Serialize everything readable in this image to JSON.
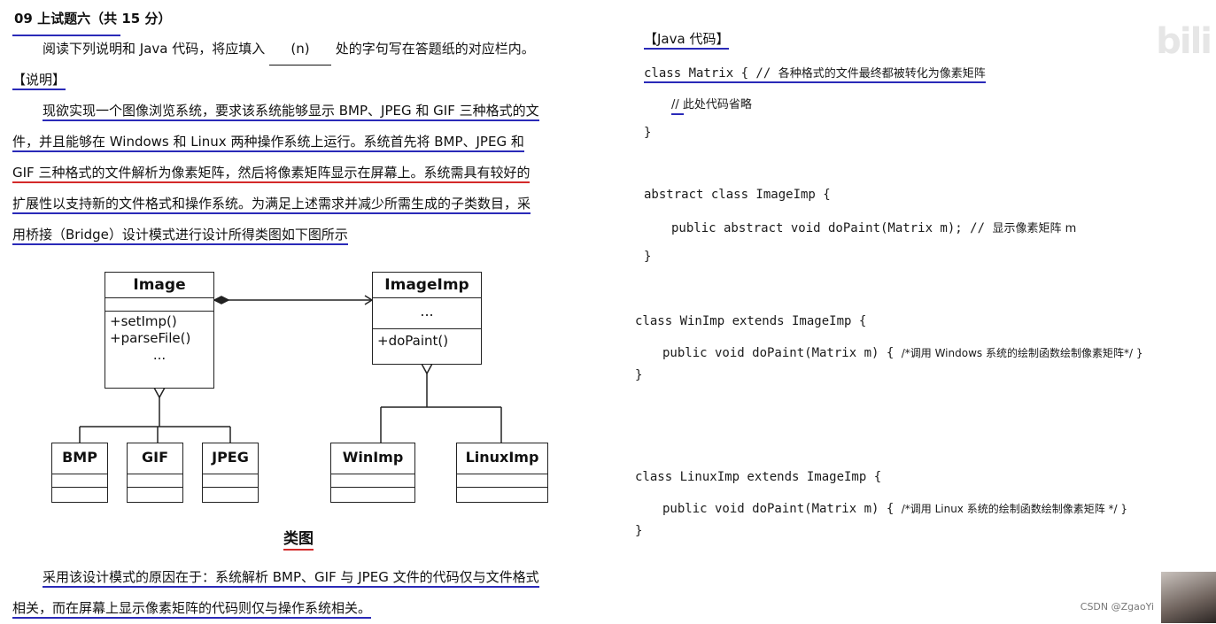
{
  "title": "09 上试题六（共 15 分）",
  "intro": {
    "before": "阅读下列说明和 Java 代码，将应填入",
    "blank": "(n)",
    "after": "处的字句写在答题纸的对应栏内。"
  },
  "desc_heading": "【说明】",
  "desc_lines": [
    "现欲实现一个图像浏览系统，要求该系统能够显示 BMP、JPEG 和 GIF 三种格式的文",
    "件，并且能够在 Windows 和 Linux 两种操作系统上运行。系统首先将 BMP、JPEG 和",
    "GIF 三种格式的文件解析为像素矩阵，然后将像素矩阵显示在屏幕上。系统需具有较好的",
    "扩展性以支持新的文件格式和操作系统。为满足上述需求并减少所需生成的子类数目，采",
    "用桥接（Bridge）设计模式进行设计所得类图如下图所示"
  ],
  "diagram": {
    "image": {
      "name": "Image",
      "attrs": "",
      "ops": [
        "+setImp()",
        "+parseFile()",
        "..."
      ]
    },
    "imageimp": {
      "name": "ImageImp",
      "attrs": "...",
      "ops": [
        "+doPaint()"
      ]
    },
    "subclasses_left": [
      "BMP",
      "GIF",
      "JPEG"
    ],
    "subclasses_right": [
      "WinImp",
      "LinuxImp"
    ],
    "caption": "类图"
  },
  "reason_lines": [
    "采用该设计模式的原因在于：系统解析 BMP、GIF 与 JPEG 文件的代码仅与文件格式",
    "相关，而在屏幕上显示像素矩阵的代码则仅与操作系统相关。"
  ],
  "code": {
    "heading": "【Java 代码】",
    "matrix_decl": "class Matrix { // ",
    "matrix_comment": "各种格式的文件最终都被转化为像素矩阵",
    "matrix_body": "// 此处代码省略",
    "matrix_close": "}",
    "imageimp_decl": "abstract class ImageImp {",
    "imageimp_method": "public abstract void doPaint(Matrix m); // ",
    "imageimp_comment": "显示像素矩阵 m",
    "imageimp_close": "}",
    "winimp_decl": "class WinImp extends ImageImp {",
    "winimp_method": "public void doPaint(Matrix m) { ",
    "winimp_comment": "/*调用 Windows 系统的绘制函数绘制像素矩阵*/ }",
    "winimp_close": "}",
    "linuximp_decl": "class LinuxImp extends ImageImp {",
    "linuximp_method": "public void doPaint(Matrix m) { ",
    "linuximp_comment": "/*调用 Linux 系统的绘制函数绘制像素矩阵 */ }",
    "linuximp_close": "}"
  },
  "watermark": "CSDN @ZgaoYi",
  "logo": "bili"
}
